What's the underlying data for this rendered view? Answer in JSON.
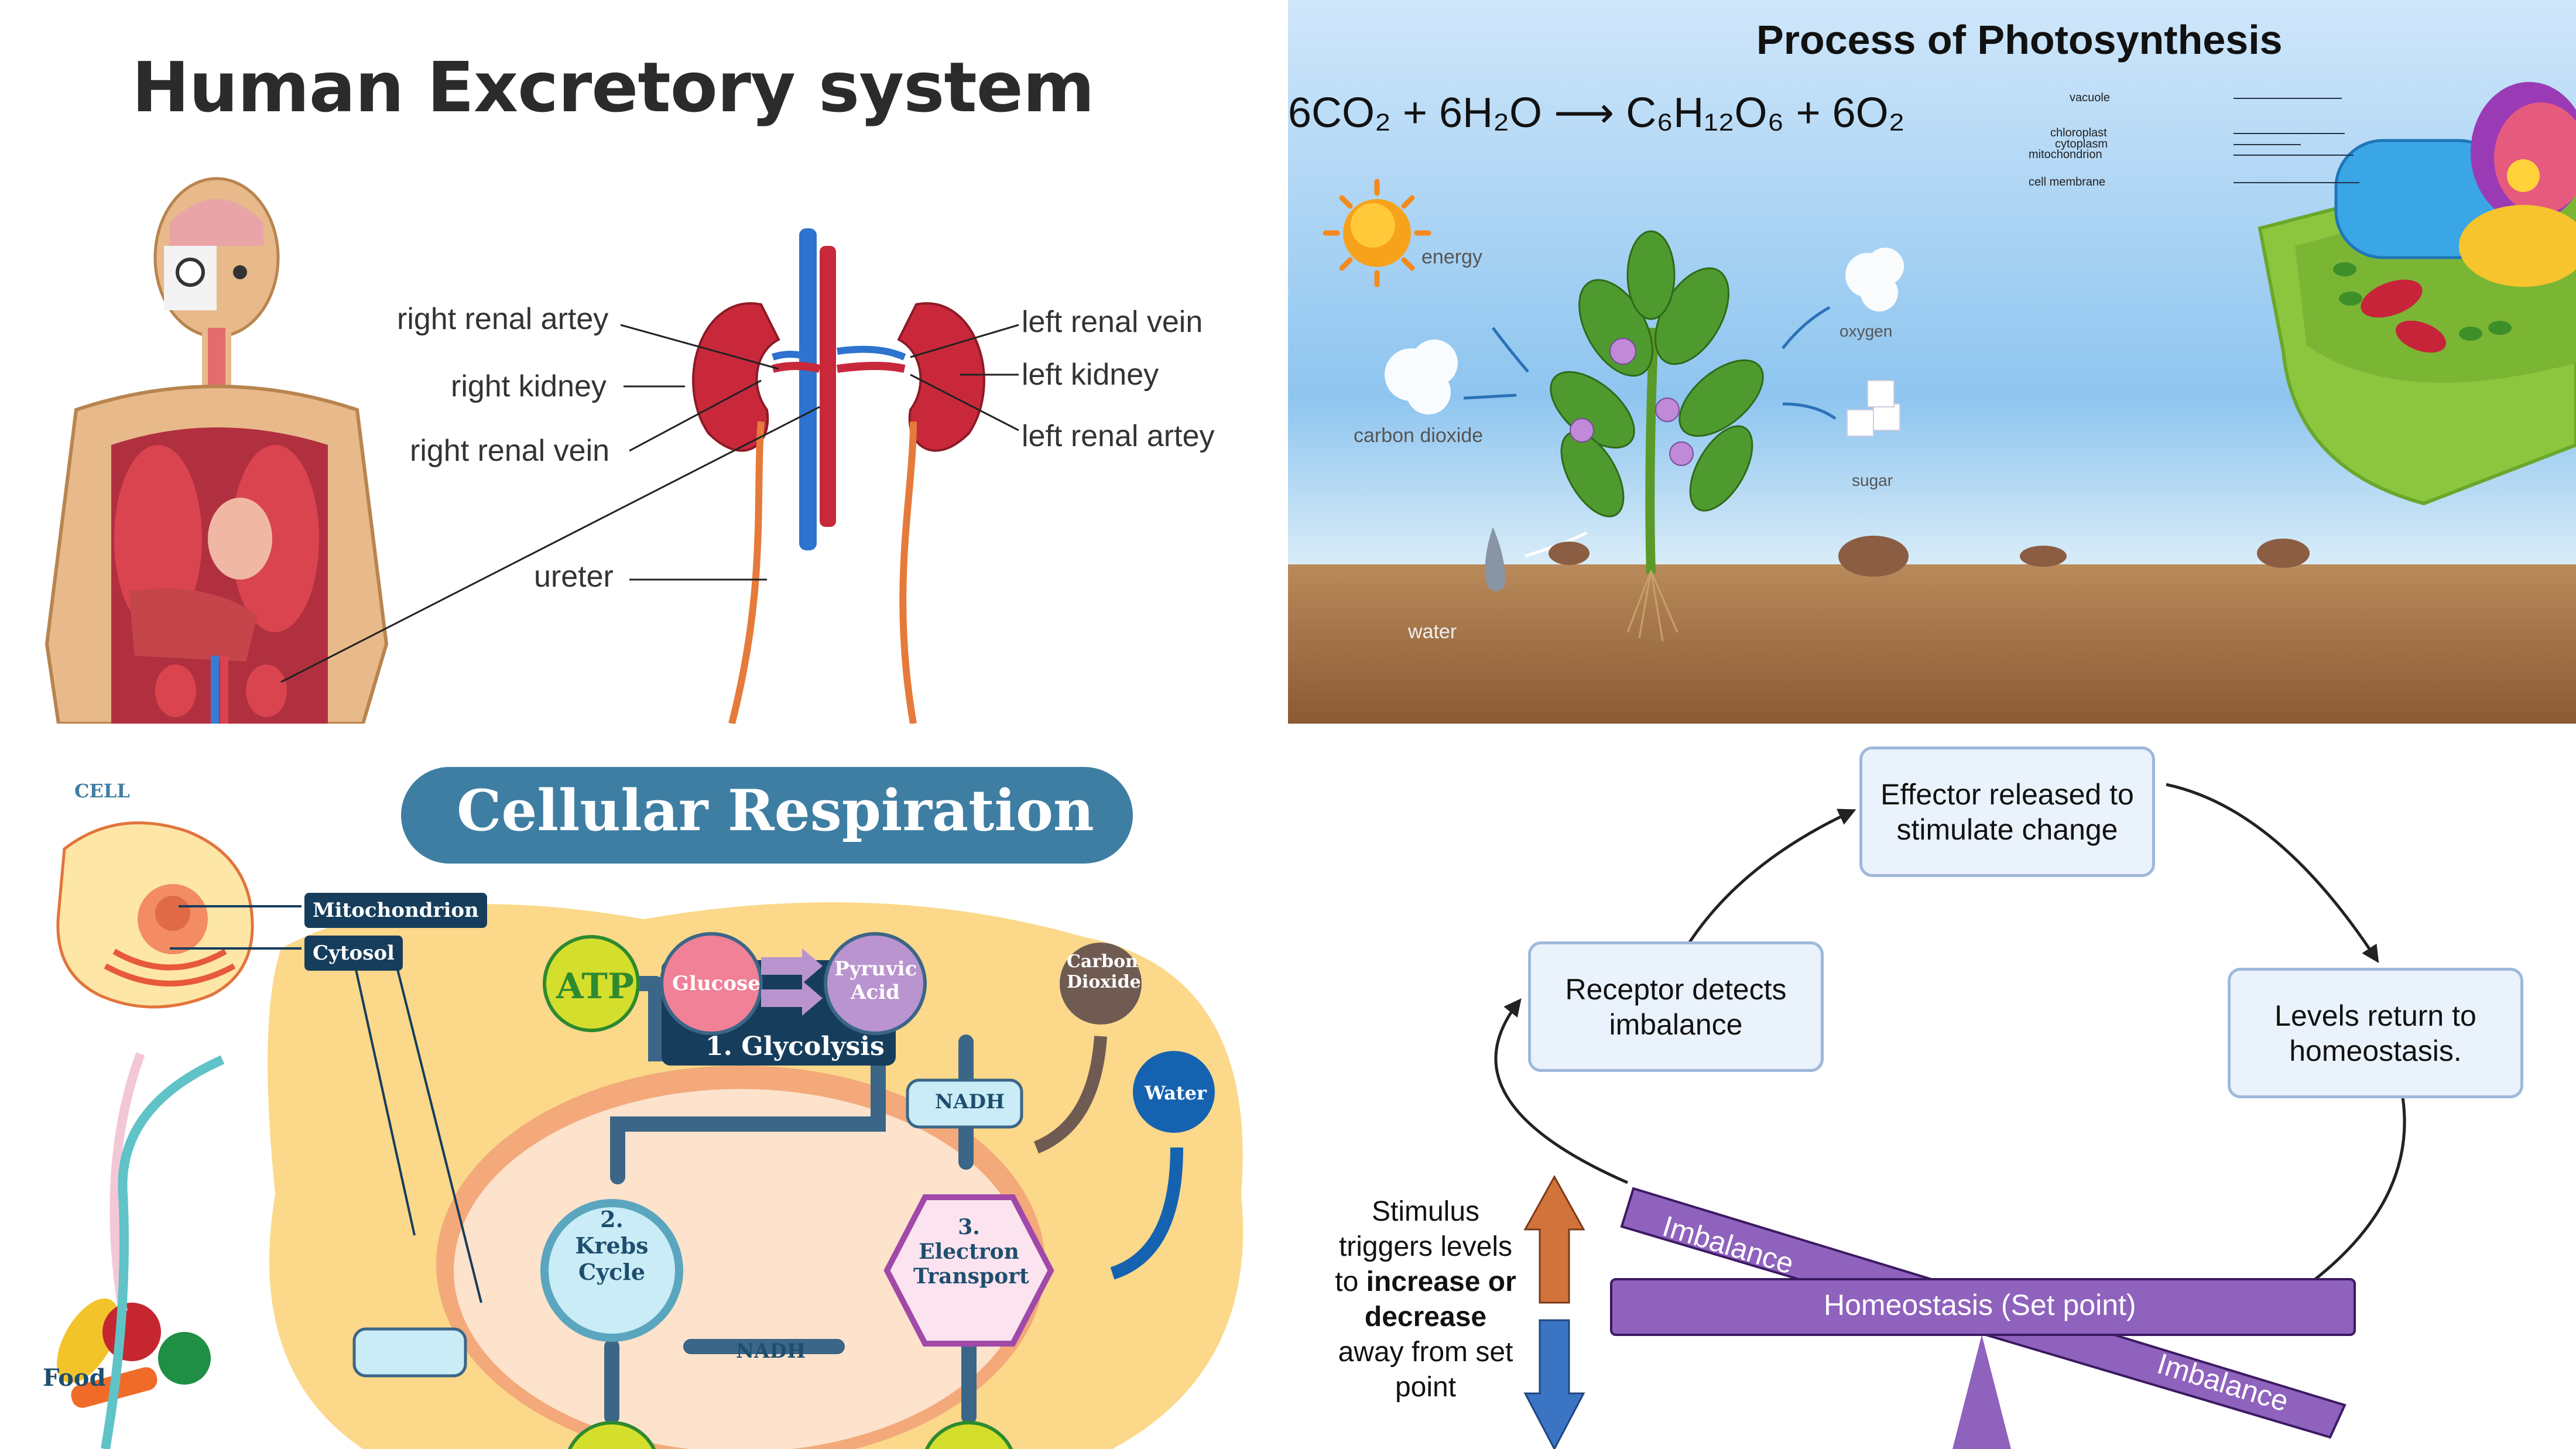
{
  "excretory": {
    "title": "Human Excretory system",
    "labels": {
      "right_renal_artery": "right renal artey",
      "right_kidney": "right kidney",
      "right_renal_vein": "right renal vein",
      "ureter": "ureter",
      "left_renal_vein": "left renal vein",
      "left_kidney": "left kidney",
      "left_renal_artery": "left renal artey"
    }
  },
  "photosynthesis": {
    "title": "Process of Photosynthesis",
    "equation": "6CO₂ + 6H₂O ⟶ C₆H₁₂O₆ + 6O₂",
    "labels": {
      "energy": "energy",
      "carbon_dioxide": "carbon dioxide",
      "oxygen": "oxygen",
      "sugar": "sugar",
      "water": "water"
    },
    "cell_labels": {
      "vacuole": "vacuole",
      "chloroplast": "chloroplast",
      "cytoplasm": "cytoplasm",
      "mitochondrion": "mitochondrion",
      "cell_membrane": "cell membrane"
    }
  },
  "respiration": {
    "title": "Cellular Respiration",
    "cell_label": "CELL",
    "tags": {
      "mitochondrion": "Mitochondrion",
      "cytosol": "Cytosol"
    },
    "food": "Food",
    "atp": "ATP",
    "glucose": "Glucose",
    "pyruvic_acid": "Pyruvic Acid",
    "glycolysis": "1. Glycolysis",
    "nadh_top": "NADH",
    "nadh_mid": "NADH",
    "krebs": "2. Krebs Cycle",
    "electron_transport": "3. Electron Transport",
    "carbon_dioxide": "Carbon Dioxide",
    "water": "Water"
  },
  "homeostasis": {
    "effector": "Effector released to stimulate change",
    "receptor": "Receptor detects imbalance",
    "levels": "Levels return to homeostasis.",
    "stimulus_pre": "Stimulus triggers levels to ",
    "stimulus_bold": "increase or decrease",
    "stimulus_post": " away from set point",
    "set_point": "Homeostasis (Set point)",
    "imbalance_left": "Imbalance",
    "imbalance_right": "Imbalance",
    "colors": {
      "box_fill": "#eaf2fb",
      "box_border": "#9fb8da",
      "bar": "#8f62bd",
      "up_arrow": "#d1733a",
      "down_arrow": "#3c74c4"
    }
  }
}
